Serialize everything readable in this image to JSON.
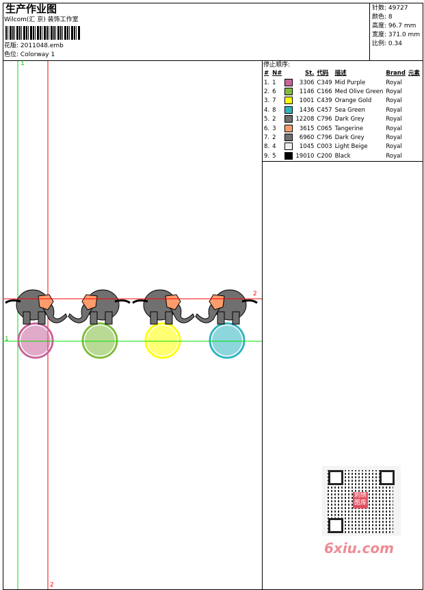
{
  "header": {
    "title": "生产作业图",
    "company": "Wilcom(汇 京) 装饰工作室",
    "design_label": "花版:",
    "design_value": "2011048.emb",
    "colorway_label": "色位:",
    "colorway_value": "Colorway 1"
  },
  "info": [
    {
      "label": "针数:",
      "value": "49727"
    },
    {
      "label": "颜色:",
      "value": "8"
    },
    {
      "label": "高度:",
      "value": "96.7 mm"
    },
    {
      "label": "宽度:",
      "value": "371.0 mm"
    },
    {
      "label": "比例:",
      "value": "0.34"
    }
  ],
  "sequence": {
    "title": "停止顺序:",
    "headers": [
      "#",
      "N#",
      "St.",
      "代码",
      "描述",
      "Brand",
      "元素"
    ],
    "rows": [
      {
        "idx": "1.",
        "n": "1",
        "color": "#c8649a",
        "st": "3306",
        "code": "C349",
        "desc": "Mid Purple",
        "brand": "Royal"
      },
      {
        "idx": "2.",
        "n": "6",
        "color": "#80bc3c",
        "st": "1146",
        "code": "C166",
        "desc": "Med Olive Green",
        "brand": "Royal"
      },
      {
        "idx": "3.",
        "n": "7",
        "color": "#ffff00",
        "st": "1001",
        "code": "C439",
        "desc": "Orange Gold",
        "brand": "Royal"
      },
      {
        "idx": "4.",
        "n": "8",
        "color": "#30b4c0",
        "st": "1436",
        "code": "C457",
        "desc": "Sea Green",
        "brand": "Royal"
      },
      {
        "idx": "5.",
        "n": "2",
        "color": "#707070",
        "st": "12208",
        "code": "C796",
        "desc": "Dark Grey",
        "brand": "Royal"
      },
      {
        "idx": "6.",
        "n": "3",
        "color": "#ff9c6c",
        "st": "3615",
        "code": "C065",
        "desc": "Tangerine",
        "brand": "Royal"
      },
      {
        "idx": "7.",
        "n": "2",
        "color": "#707070",
        "st": "6960",
        "code": "C796",
        "desc": "Dark Grey",
        "brand": "Royal"
      },
      {
        "idx": "8.",
        "n": "4",
        "color": "#eeeeee",
        "st": "1045",
        "code": "C003",
        "desc": "Light Beige",
        "brand": "Royal"
      },
      {
        "idx": "9.",
        "n": "5",
        "color": "#000000",
        "st": "19010",
        "code": "C200",
        "desc": "Black",
        "brand": "Royal"
      }
    ]
  },
  "guides": {
    "v1": "1",
    "v2": "2",
    "h1": "1",
    "h2": "2"
  },
  "watermark": "6xiu.com",
  "stamp": "刺绣图库"
}
